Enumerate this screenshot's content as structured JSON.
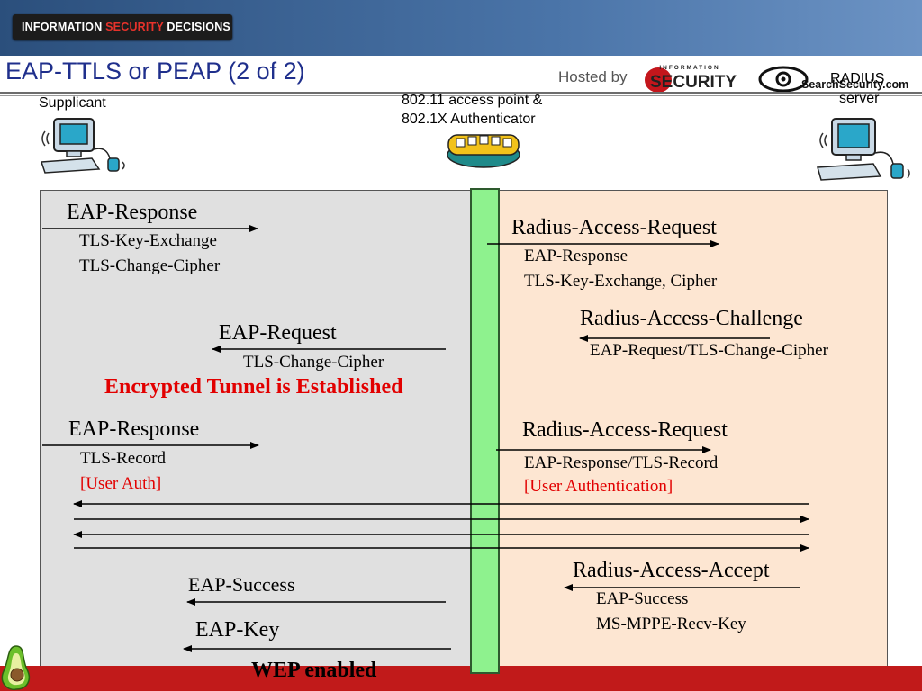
{
  "header": {
    "brand_left": "INFORMATION ",
    "brand_accent": "SECURITY",
    "brand_right": " DECISIONS",
    "slide_title": "EAP-TTLS or PEAP (2 of 2)",
    "hosted_by": "Hosted by",
    "security_logo_top": "INFORMATION",
    "security_logo_main": "SECURITY",
    "searchsecurity_logo": "SearchSecurity.com"
  },
  "actors": {
    "supplicant": "Supplicant",
    "ap_line1": "802.11 access point &",
    "ap_line2": "802.1X Authenticator",
    "radius_line1": "RADIUS",
    "radius_line2": "server"
  },
  "left": {
    "eap_response_1": "EAP-Response",
    "tls_key_exchange": "TLS-Key-Exchange",
    "tls_change_cipher_1": "TLS-Change-Cipher",
    "eap_request": "EAP-Request",
    "tls_change_cipher_2": "TLS-Change-Cipher",
    "tunnel": "Encrypted Tunnel is Established",
    "eap_response_2": "EAP-Response",
    "tls_record": "TLS-Record",
    "user_auth": "[User Auth]",
    "eap_success": "EAP-Success",
    "eap_key": "EAP-Key",
    "wep_enabled": "WEP enabled"
  },
  "right": {
    "rar_1": "Radius-Access-Request",
    "eap_response": "EAP-Response",
    "tls_key_exchange_cipher": "TLS-Key-Exchange, Cipher",
    "rac": "Radius-Access-Challenge",
    "eap_request_tls_cc": "EAP-Request/TLS-Change-Cipher",
    "rar_2": "Radius-Access-Request",
    "eap_response_tls_record": "EAP-Response/TLS-Record",
    "user_authentication": "[User Authentication]",
    "raa": "Radius-Access-Accept",
    "eap_success": "EAP-Success",
    "ms_mppe": "MS-MPPE-Recv-Key"
  },
  "colors": {
    "title_blue": "#1f2f8c",
    "left_panel": "#e0e0e0",
    "right_panel": "#fde6d2",
    "ap_green": "#8ef28e",
    "red_text": "#e20000",
    "footer_red": "#c11a1a"
  },
  "icons": {
    "supplicant": "computer-icon",
    "radius": "computer-icon",
    "ap": "access-point-icon",
    "footer": "avocado-icon"
  }
}
